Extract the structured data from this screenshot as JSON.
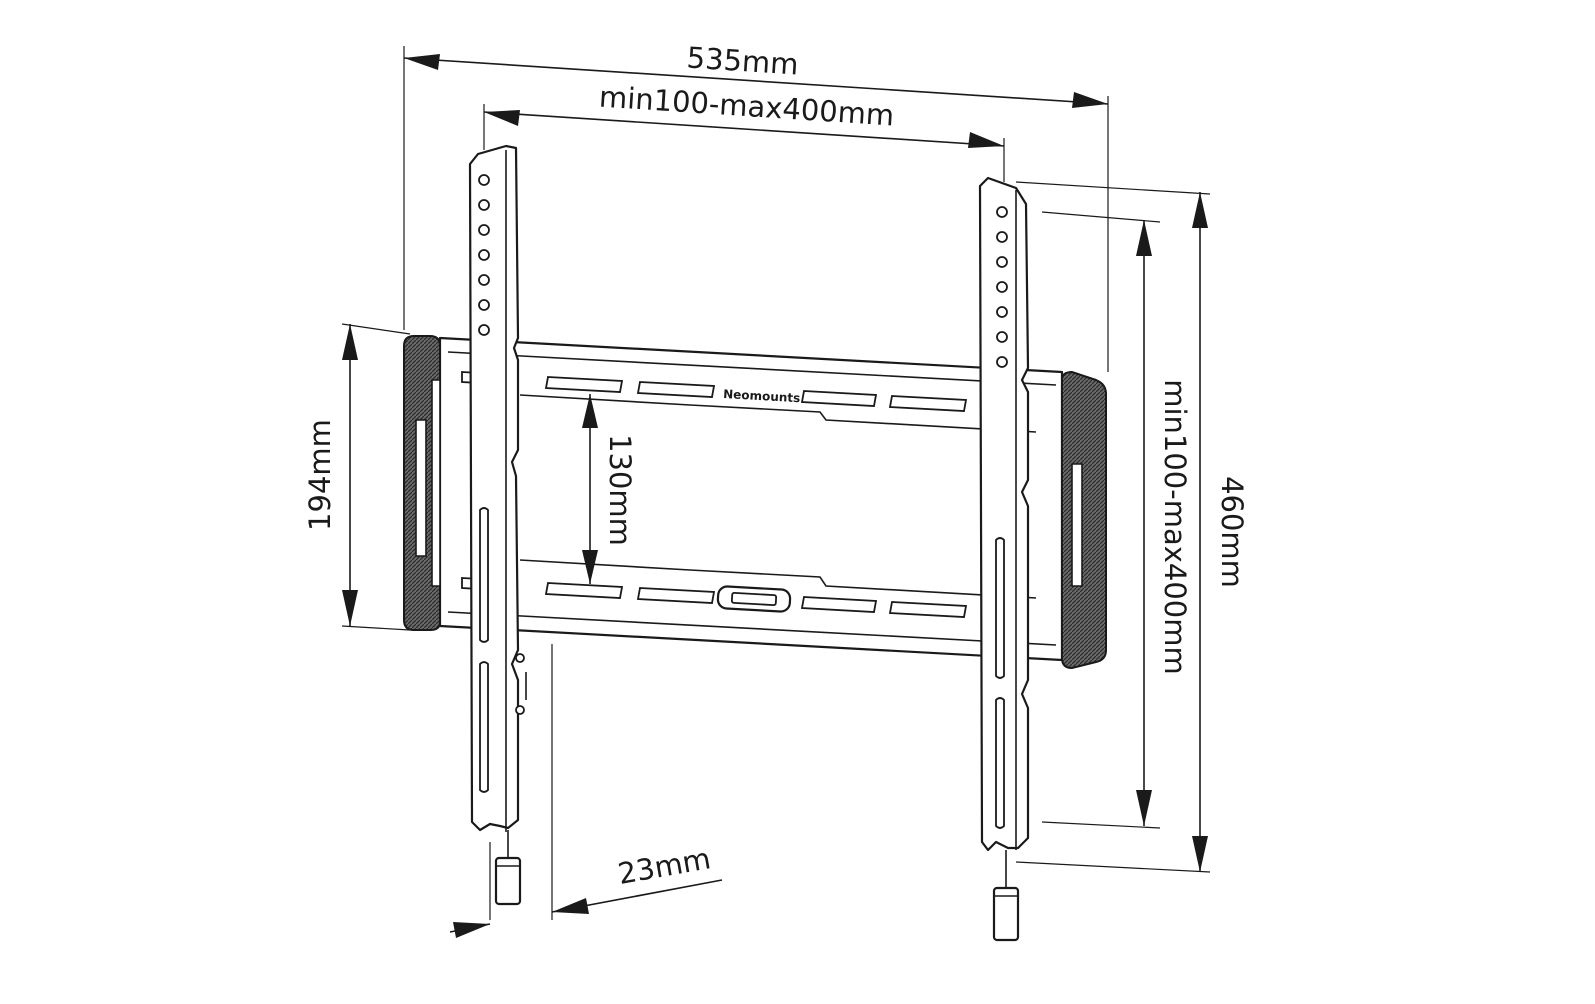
{
  "diagram": {
    "brand_label": "Neomounts",
    "dimensions": {
      "total_width": "535mm",
      "vesa_horizontal": "min100-max400mm",
      "plate_height": "194mm",
      "rail_spacing": "130mm",
      "vesa_vertical": "min100-max400mm",
      "total_height": "460mm",
      "wall_distance": "23mm"
    }
  }
}
